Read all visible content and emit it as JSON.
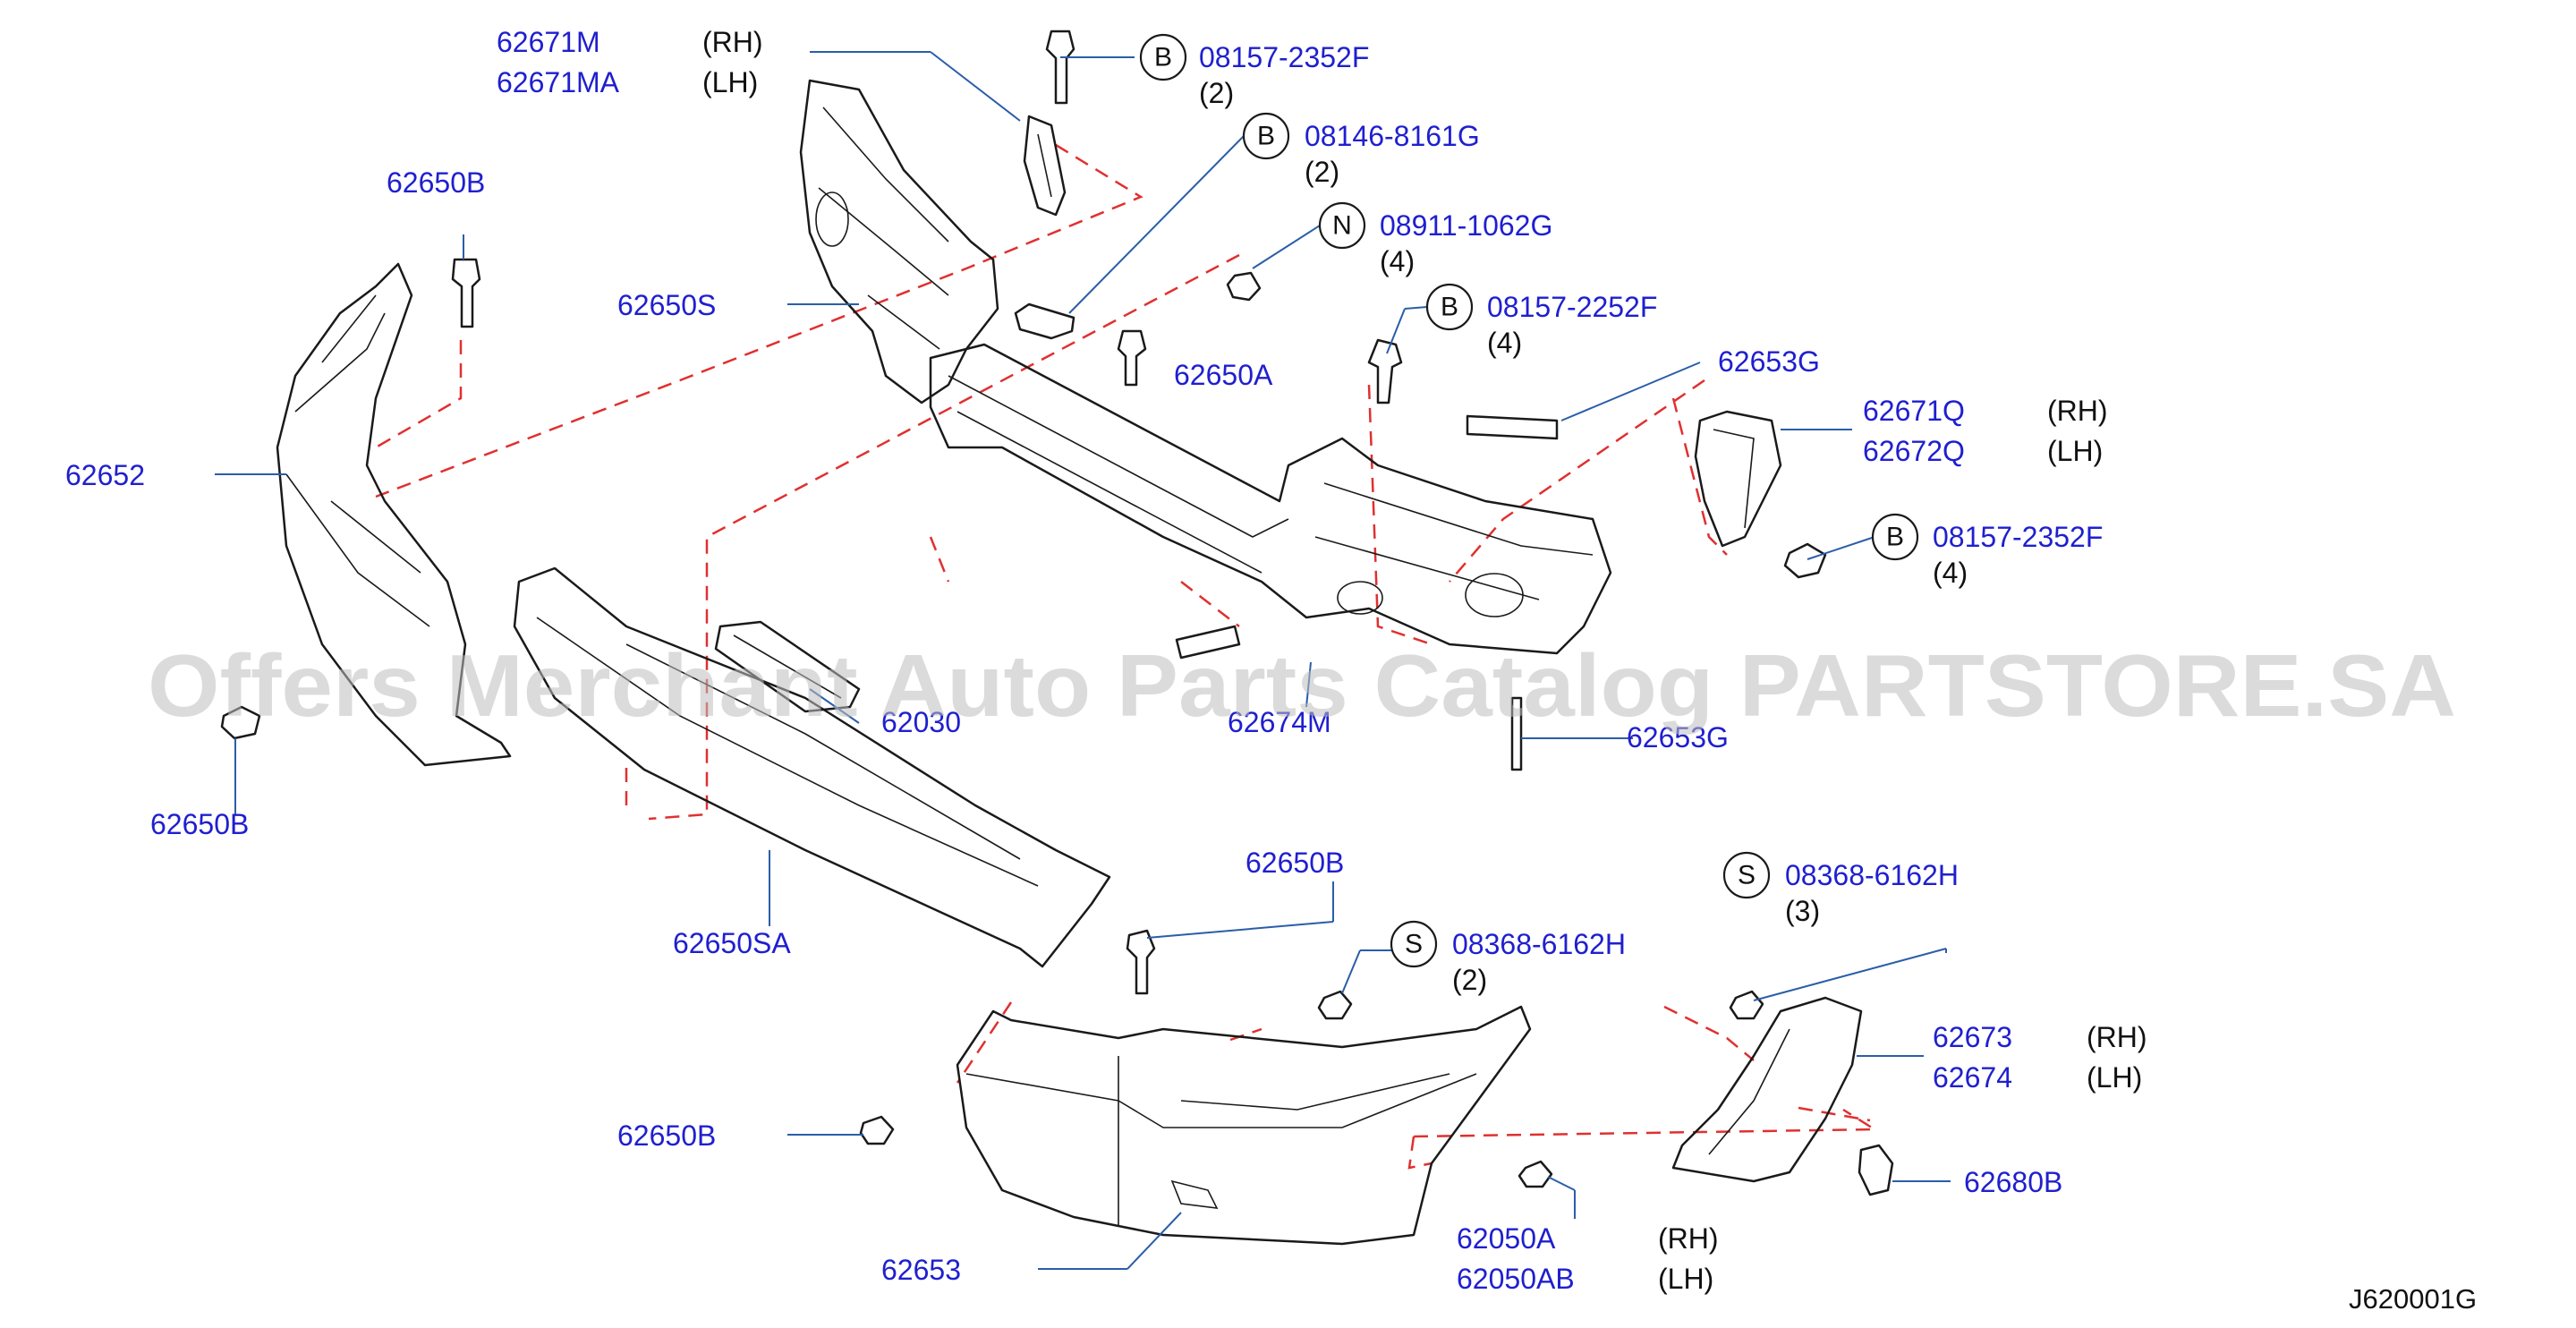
{
  "watermark": "Offers Merchant Auto Parts Catalog PARTSTORE.SA",
  "diagram_code": "J620001G",
  "labels": {
    "p62671M": "62671M",
    "p62671MA": "62671MA",
    "rh1": "(RH)",
    "lh1": "(LH)",
    "p62650B_a": "62650B",
    "p62650S": "62650S",
    "p62652": "62652",
    "p62650B_b": "62650B",
    "p62650A": "62650A",
    "p62653G_a": "62653G",
    "p62671Q": "62671Q",
    "p62672Q": "62672Q",
    "rh2": "(RH)",
    "lh2": "(LH)",
    "p62030": "62030",
    "p62674M": "62674M",
    "p62653G_b": "62653G",
    "p62650SA": "62650SA",
    "p62650B_c": "62650B",
    "p62650B_d": "62650B",
    "p62653": "62653",
    "p62673": "62673",
    "p62674": "62674",
    "rh3": "(RH)",
    "lh3": "(LH)",
    "p62680B": "62680B",
    "p62050A": "62050A",
    "p62050AB": "62050AB",
    "rh4": "(RH)",
    "lh4": "(LH)"
  },
  "callouts": {
    "c1": {
      "letter": "B",
      "number": "08157-2352F",
      "qty": "(2)"
    },
    "c2": {
      "letter": "B",
      "number": "08146-8161G",
      "qty": "(2)"
    },
    "c3": {
      "letter": "N",
      "number": "08911-1062G",
      "qty": "(4)"
    },
    "c4": {
      "letter": "B",
      "number": "08157-2252F",
      "qty": "(4)"
    },
    "c5": {
      "letter": "B",
      "number": "08157-2352F",
      "qty": "(4)"
    },
    "c6": {
      "letter": "S",
      "number": "08368-6162H",
      "qty": "(3)"
    },
    "c7": {
      "letter": "S",
      "number": "08368-6162H",
      "qty": "(2)"
    }
  },
  "colors": {
    "part_number": "#1f1fcf",
    "leader": "#2a5ea8",
    "dashed_guide": "#e03030",
    "watermark": "#bdbdbd"
  }
}
